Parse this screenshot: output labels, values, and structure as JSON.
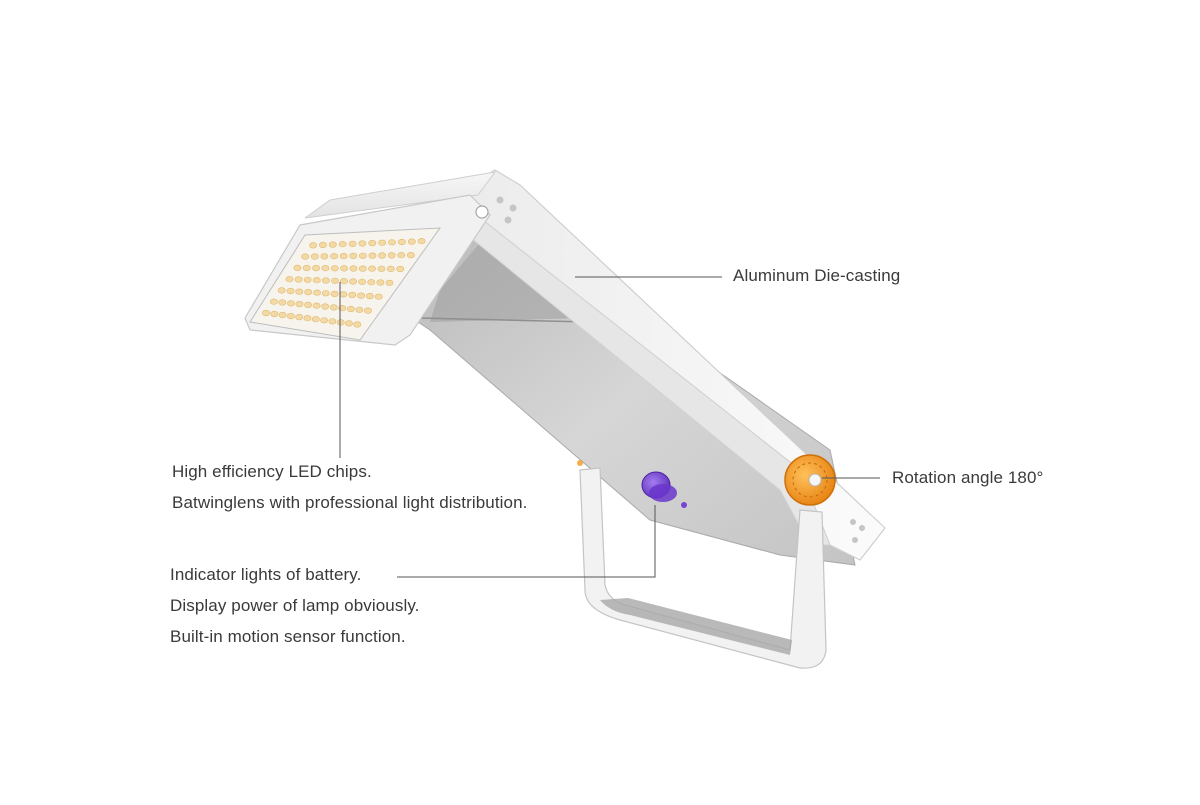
{
  "callouts": {
    "aluminum": "Aluminum Die-casting",
    "rotation": "Rotation angle 180°",
    "led_line1": "High efficiency LED chips.",
    "led_line2": "Batwinglens with professional light distribution.",
    "indicator_line1": "Indicator lights of battery.",
    "indicator_line2": "Display power of lamp obviously.",
    "indicator_line3": "Built-in motion sensor function."
  },
  "colors": {
    "housing": "#f4f4f4",
    "panel": "#cfcfcf",
    "knob": "#f39a1e",
    "indicator": "#7a43d6",
    "led": "#f2d9a6",
    "text": "#3a3a3a",
    "leader": "#555555"
  },
  "icons": {
    "knob": "rotation-knob-icon",
    "indicator": "battery-indicator-icon"
  }
}
